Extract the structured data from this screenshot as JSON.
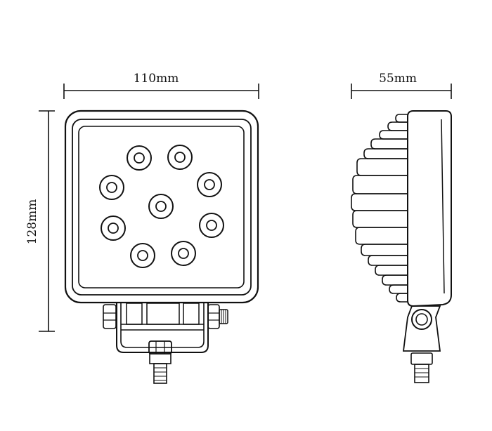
{
  "dimensions": {
    "width_label": "110mm",
    "height_label": "128mm",
    "depth_label": "55mm"
  },
  "front_view": {
    "led_count": 9
  },
  "colors": {
    "line": "#111111",
    "background": "#ffffff"
  }
}
